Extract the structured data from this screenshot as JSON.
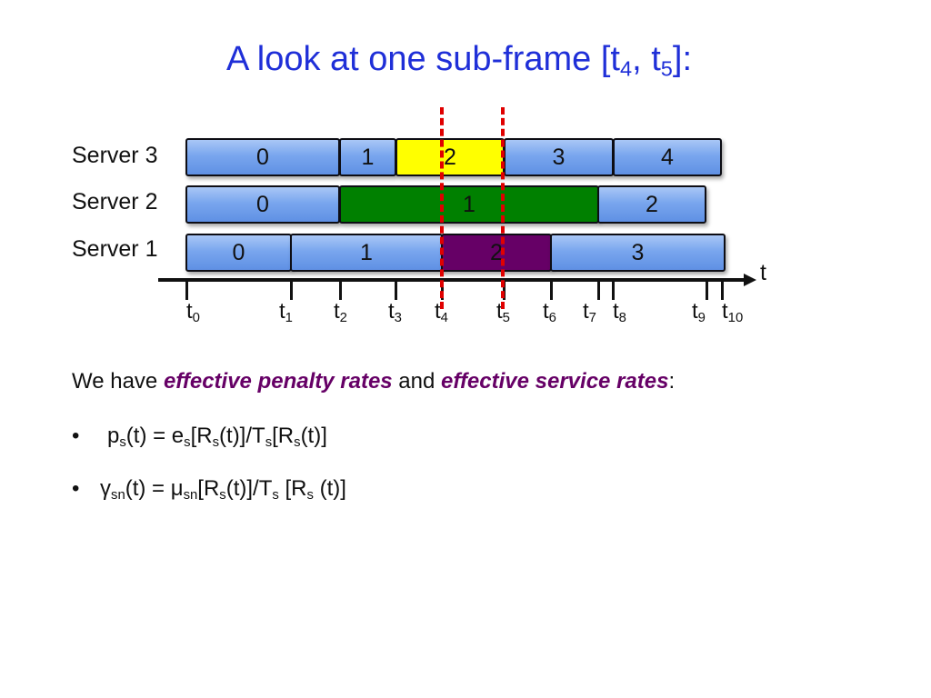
{
  "title": {
    "prefix": "A look at one sub-frame [t",
    "sub1": "4",
    "mid": ", t",
    "sub2": "5",
    "suffix": "]:"
  },
  "servers": [
    {
      "label": "Server 3",
      "blocks": [
        "0",
        "1",
        "2",
        "3",
        "4"
      ]
    },
    {
      "label": "Server 2",
      "blocks": [
        "0",
        "1",
        "2"
      ]
    },
    {
      "label": "Server 1",
      "blocks": [
        "0",
        "1",
        "2",
        "3"
      ]
    }
  ],
  "colors": {
    "title": "#1f2fd8",
    "highlight_server3": "#ffff00",
    "highlight_server2": "#008000",
    "highlight_server1": "#660066",
    "dashed_lines": "#e00000",
    "emphasis": "#660066"
  },
  "axis": {
    "label": "t",
    "ticks": [
      "0",
      "1",
      "2",
      "3",
      "4",
      "5",
      "6",
      "7",
      "8",
      "9",
      "10"
    ],
    "tick_base": "t"
  },
  "text": {
    "intro_pre": "We have ",
    "intro_em1": "effective penalty rates",
    "intro_mid": " and ",
    "intro_em2": "effective service rates",
    "intro_post": ":",
    "bullet_char": "•",
    "formula1": {
      "a": "p",
      "b": "s",
      "c": "(t) =  e",
      "d": "s",
      "e": "[R",
      "f": "s",
      "g": "(t)]/T",
      "h": "s",
      "i": "[R",
      "j": "s",
      "k": "(t)]"
    },
    "formula2": {
      "a": "γ",
      "b": "sn",
      "c": "(t) =  μ",
      "d": "sn",
      "e": "[R",
      "f": "s",
      "g": "(t)]/T",
      "h": "s",
      "i": " [R",
      "j": "s",
      "k": " (t)]"
    }
  }
}
